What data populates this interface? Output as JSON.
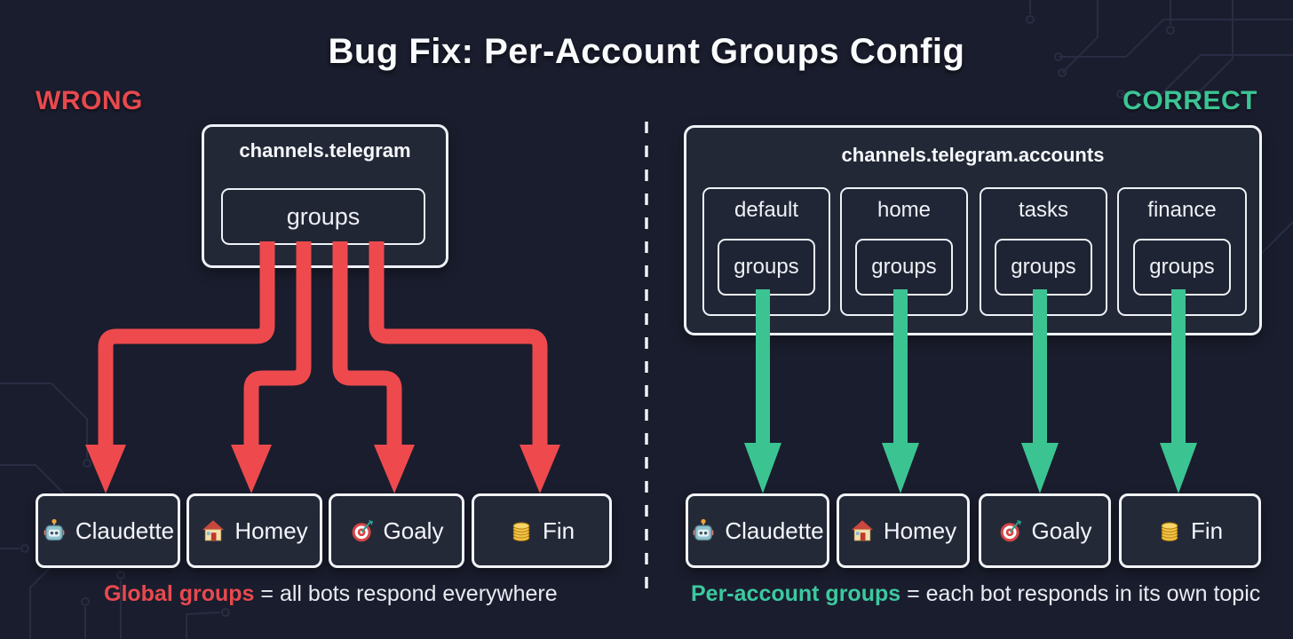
{
  "title": "Bug Fix: Per-Account Groups Config",
  "colors": {
    "background": "#1a1d2d",
    "wrong_accent": "#ee4a4e",
    "correct_accent": "#3bc492",
    "box_border": "#eef1f6",
    "box_fill": "#232837"
  },
  "wrong": {
    "label": "WRONG",
    "config_box": {
      "title": "channels.telegram",
      "groups_label": "groups"
    },
    "bots": [
      {
        "name": "Claudette",
        "icon": "robot-icon"
      },
      {
        "name": "Homey",
        "icon": "house-icon"
      },
      {
        "name": "Goaly",
        "icon": "target-icon"
      },
      {
        "name": "Fin",
        "icon": "coins-icon"
      }
    ],
    "caption": {
      "highlight": "Global groups",
      "rest": "= all bots respond everywhere"
    }
  },
  "correct": {
    "label": "CORRECT",
    "config_box": {
      "title": "channels.telegram.accounts",
      "accounts": [
        {
          "name": "default",
          "groups_label": "groups"
        },
        {
          "name": "home",
          "groups_label": "groups"
        },
        {
          "name": "tasks",
          "groups_label": "groups"
        },
        {
          "name": "finance",
          "groups_label": "groups"
        }
      ]
    },
    "bots": [
      {
        "name": "Claudette",
        "icon": "robot-icon"
      },
      {
        "name": "Homey",
        "icon": "house-icon"
      },
      {
        "name": "Goaly",
        "icon": "target-icon"
      },
      {
        "name": "Fin",
        "icon": "coins-icon"
      }
    ],
    "caption": {
      "highlight": "Per-account groups",
      "rest": "= each bot responds in its own topic"
    }
  }
}
